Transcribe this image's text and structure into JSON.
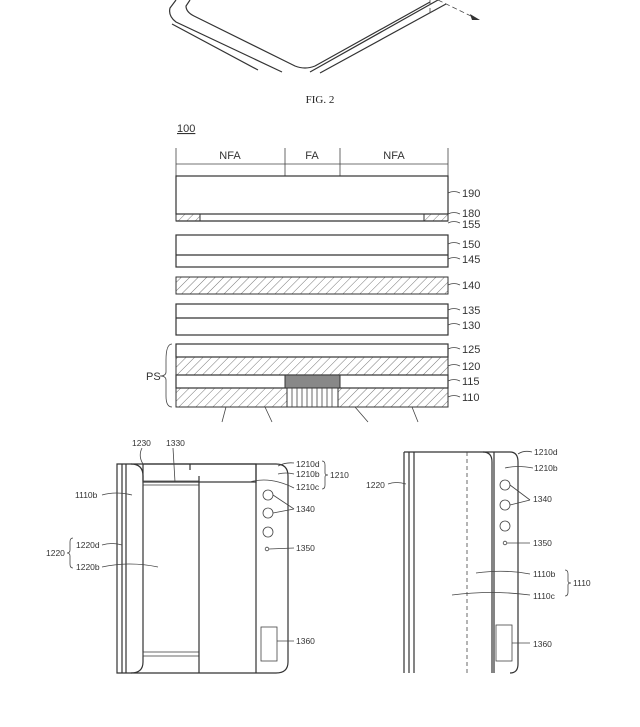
{
  "caption": "FIG. 2",
  "cross_section": {
    "ref": "100",
    "regions": [
      "NFA",
      "FA",
      "NFA"
    ],
    "layers": [
      "190",
      "180",
      "155",
      "150",
      "145",
      "140",
      "135",
      "130",
      "125",
      "120",
      "115",
      "110"
    ],
    "group_label": "PS"
  },
  "front_view": {
    "labels": {
      "l1230": "1230",
      "l1330": "1330",
      "l1210d": "1210d",
      "l1210b": "1210b",
      "l1210c": "1210c",
      "l1210": "1210",
      "l1110b": "1110b",
      "l1340": "1340",
      "l1350": "1350",
      "l1220": "1220",
      "l1220d": "1220d",
      "l1220b": "1220b",
      "l1360": "1360"
    }
  },
  "side_view": {
    "labels": {
      "l1210d": "1210d",
      "l1210b": "1210b",
      "l1220": "1220",
      "l1340": "1340",
      "l1350": "1350",
      "l1110b": "1110b",
      "l1110c": "1110c",
      "l1110": "1110",
      "l1360": "1360"
    }
  }
}
